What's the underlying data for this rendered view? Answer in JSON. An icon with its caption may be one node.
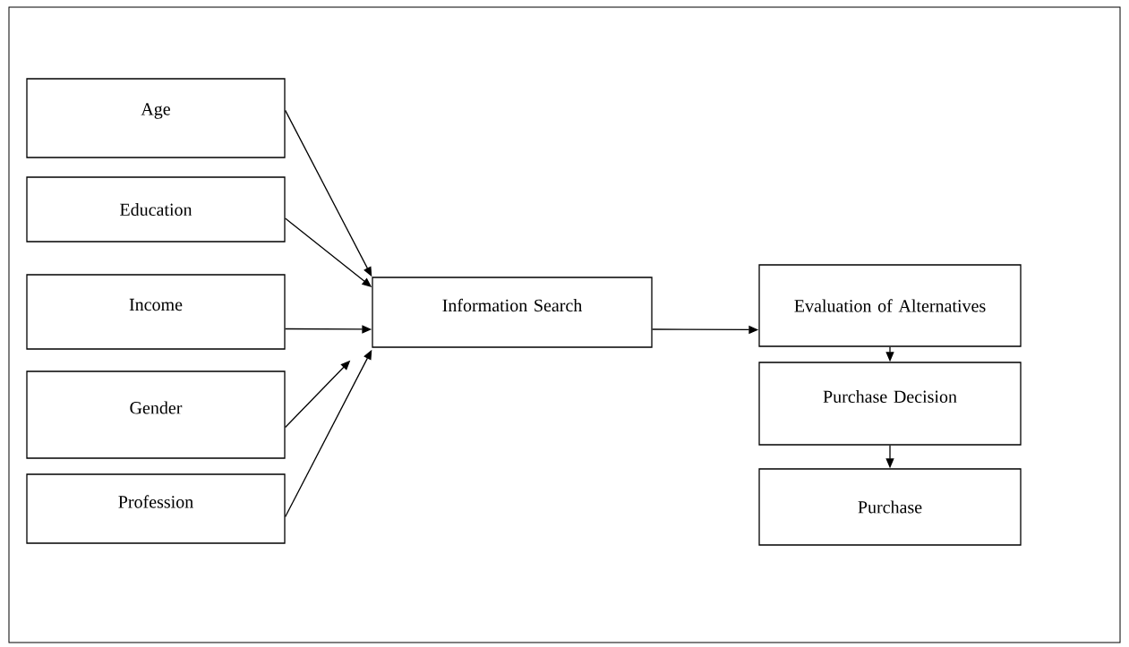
{
  "diagram": {
    "nodes": [
      {
        "text": [
          "Age"
        ]
      },
      {
        "text": [
          "Education"
        ]
      },
      {
        "text": [
          "Income"
        ]
      },
      {
        "text": [
          "Gender"
        ]
      },
      {
        "text": [
          "Profession"
        ]
      },
      {
        "text": [
          "Information Search"
        ]
      },
      {
        "text": [
          "Evaluation of Alternatives"
        ]
      },
      {
        "text": [
          "Purchase Decision"
        ]
      },
      {
        "text": [
          "Purchase"
        ]
      }
    ],
    "edges": [
      {
        "from": 0,
        "to": 5,
        "arrow": "to"
      },
      {
        "from": 1,
        "to": 5,
        "arrow": "to"
      },
      {
        "from": 2,
        "to": 5,
        "arrow": "to"
      },
      {
        "from": 3,
        "to": 5,
        "arrow": "to"
      },
      {
        "from": 4,
        "to": 5,
        "arrow": "to"
      },
      {
        "from": 5,
        "to": 6,
        "arrow": "to"
      },
      {
        "from": 6,
        "to": 7,
        "arrow": "to"
      },
      {
        "from": 7,
        "to": 8,
        "arrow": "to"
      }
    ]
  }
}
